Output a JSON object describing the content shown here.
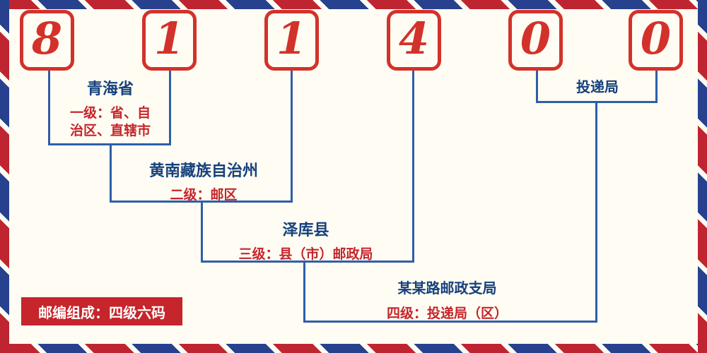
{
  "postal_code": {
    "digits": [
      "8",
      "1",
      "1",
      "4",
      "0",
      "0"
    ]
  },
  "labels": {
    "level1": {
      "name": "青海省",
      "desc_line1": "一级：省、自",
      "desc_line2": "治区、直辖市"
    },
    "level2": {
      "name": "黄南藏族自治州",
      "desc": "二级：邮区"
    },
    "level3": {
      "name": "泽库县",
      "desc": "三级：县（市）邮政局"
    },
    "level4": {
      "name": "某某路邮政支局",
      "desc": "四级：投递局（区）"
    },
    "delivery": {
      "name": "投递局"
    }
  },
  "footer": {
    "badge": "邮编组成：四级六码"
  },
  "colors": {
    "digit_red": "#d2322b",
    "text_red": "#c5252b",
    "text_blue": "#16407c",
    "line_blue": "#2e5ea8",
    "background": "#fffdf3"
  }
}
